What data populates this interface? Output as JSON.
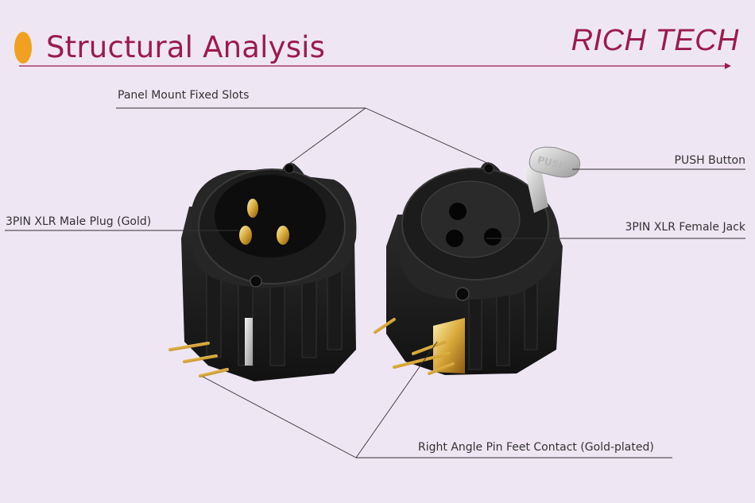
{
  "header": {
    "title": "Structural Analysis",
    "brand": "RICH TECH",
    "accent_color": "#9b1b4f",
    "bullet_color": "#f1a11f"
  },
  "callouts": {
    "panel_mount": "Panel Mount Fixed Slots",
    "push_button": "PUSH Button",
    "male_plug": "3PIN XLR Male Plug (Gold)",
    "female_jack": "3PIN XLR Female Jack",
    "pin_feet": "Right Angle Pin Feet Contact (Gold-plated)"
  },
  "product": {
    "push_tab_text": "PUSH"
  }
}
